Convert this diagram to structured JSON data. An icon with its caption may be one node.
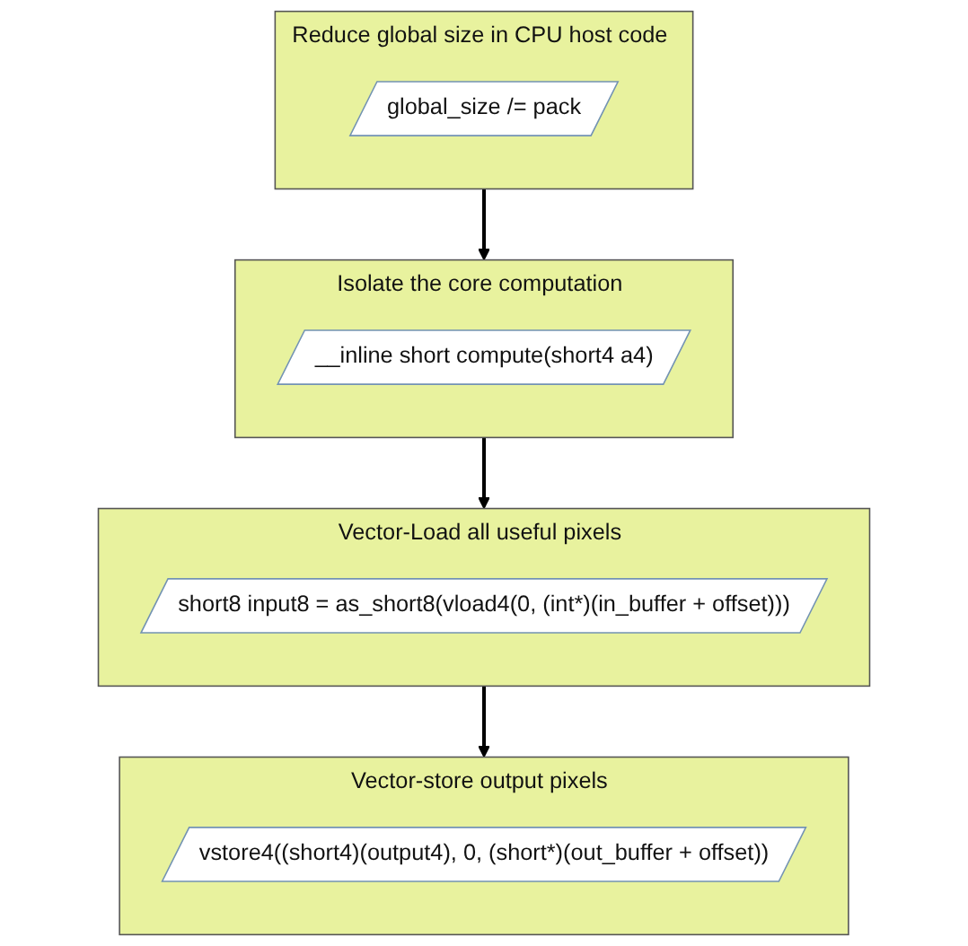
{
  "diagram": {
    "nodes": [
      {
        "text": [
          "Reduce global size in CPU host code"
        ]
      },
      {
        "text": [
          "global_size /= pack"
        ],
        "in": 0
      },
      {
        "text": [
          "Isolate the core computation"
        ]
      },
      {
        "text": [
          "__inline short compute(short4 a4)"
        ],
        "in": 2
      },
      {
        "text": [
          "Vector-Load all useful pixels"
        ]
      },
      {
        "text": [
          "short8 input8 = as_short8(vload4(0, (int*)(in_buffer + offset)))"
        ],
        "in": 4
      },
      {
        "text": [
          "Vector-store output pixels"
        ]
      },
      {
        "text": [
          "vstore4((short4)(output4), 0, (short*)(out_buffer + offset))"
        ],
        "in": 6
      }
    ],
    "edges": [
      {
        "from": 0,
        "to": 2,
        "arrow": "to"
      },
      {
        "from": 2,
        "to": 4,
        "arrow": "to"
      },
      {
        "from": 4,
        "to": 6,
        "arrow": "to"
      }
    ]
  }
}
